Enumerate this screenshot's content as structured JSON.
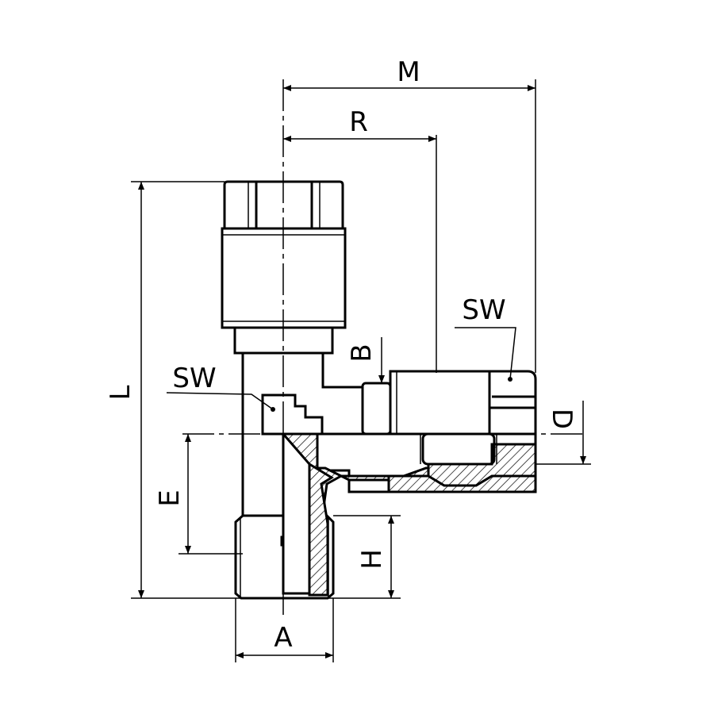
{
  "drawing": {
    "labels": {
      "M": "M",
      "R": "R",
      "L": "L",
      "SW_left": "SW",
      "SW_right": "SW",
      "B": "B",
      "D": "D",
      "E": "E",
      "H": "H",
      "A": "A"
    },
    "colors": {
      "line": "#000000",
      "background": "#ffffff"
    }
  }
}
